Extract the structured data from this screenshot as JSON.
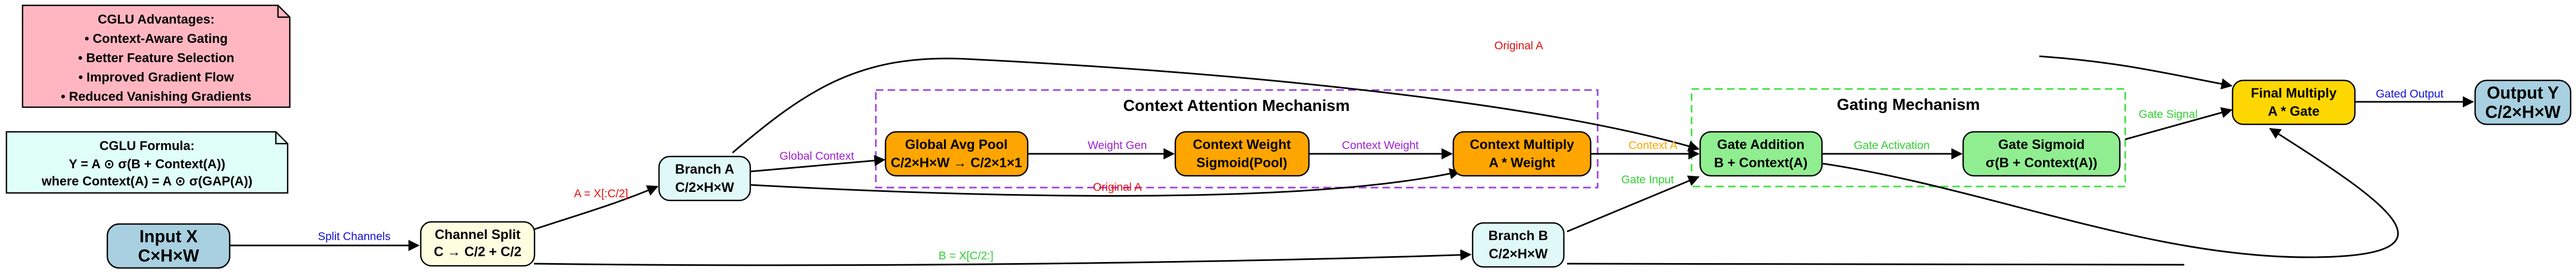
{
  "nodes": {
    "input_x": {
      "line1": "Input X",
      "line2": "C×H×W",
      "fill": "#a8d0e0"
    },
    "channel_split": {
      "line1": "Channel Split",
      "line2": "C → C/2 + C/2",
      "fill": "#fffde0"
    },
    "branch_a": {
      "line1": "Branch A",
      "line2": "C/2×H×W",
      "fill": "#e0f8f8"
    },
    "branch_b": {
      "line1": "Branch B",
      "line2": "C/2×H×W",
      "fill": "#e0f8f8"
    },
    "global_avg_pool": {
      "line1": "Global Avg Pool",
      "line2": "C/2×H×W → C/2×1×1",
      "fill": "#ffa500"
    },
    "context_weight": {
      "line1": "Context Weight",
      "line2": "Sigmoid(Pool)",
      "fill": "#ffa500"
    },
    "context_multiply": {
      "line1": "Context Multiply",
      "line2": "A * Weight",
      "fill": "#ffa500"
    },
    "gate_addition": {
      "line1": "Gate Addition",
      "line2": "B + Context(A)",
      "fill": "#90ee90"
    },
    "gate_sigmoid": {
      "line1": "Gate Sigmoid",
      "line2": "σ(B + Context(A))",
      "fill": "#90ee90"
    },
    "final_multiply": {
      "line1": "Final Multiply",
      "line2": "A * Gate",
      "fill": "#ffd700"
    },
    "output_y": {
      "line1": "Output Y",
      "line2": "C/2×H×W",
      "fill": "#a8d0e0"
    }
  },
  "clusters": {
    "context_attention": {
      "label": "Context Attention Mechanism",
      "color": "#a040e0"
    },
    "gating": {
      "label": "Gating Mechanism",
      "color": "#40e040"
    }
  },
  "notes": {
    "advantages": {
      "title": "CGLU Advantages:",
      "items": [
        "• Context-Aware Gating",
        "• Better Feature Selection",
        "• Improved Gradient Flow",
        "• Reduced Vanishing Gradients"
      ],
      "fill": "#ffb6c1"
    },
    "formula": {
      "title": "CGLU Formula:",
      "line1": "Y = A ⊙ σ(B + Context(A))",
      "line2": "where Context(A) = A ⊙ σ(GAP(A))",
      "fill": "#e0fff8"
    }
  },
  "edge_labels": {
    "split_channels": {
      "text": "Split Channels",
      "color": "#1010d0"
    },
    "a_split": {
      "text": "A = X[:C/2]",
      "color": "#e01010"
    },
    "b_split": {
      "text": "B = X[C/2:]",
      "color": "#30d030"
    },
    "global_context": {
      "text": "Global Context",
      "color": "#a020d0"
    },
    "weight_gen": {
      "text": "Weight Gen",
      "color": "#a020d0"
    },
    "context_weight": {
      "text": "Context Weight",
      "color": "#a020d0"
    },
    "context_a": {
      "text": "Context A",
      "color": "#ffa500"
    },
    "gate_input": {
      "text": "Gate Input",
      "color": "#30d030"
    },
    "gate_activation": {
      "text": "Gate Activation",
      "color": "#30d030"
    },
    "gate_signal": {
      "text": "Gate Signal",
      "color": "#30d030"
    },
    "gated_output": {
      "text": "Gated Output",
      "color": "#1010d0"
    },
    "original_a_top": {
      "text": "Original A",
      "color": "#e01010"
    },
    "original_a_mid": {
      "text": "Original A",
      "color": "#e01010"
    }
  }
}
